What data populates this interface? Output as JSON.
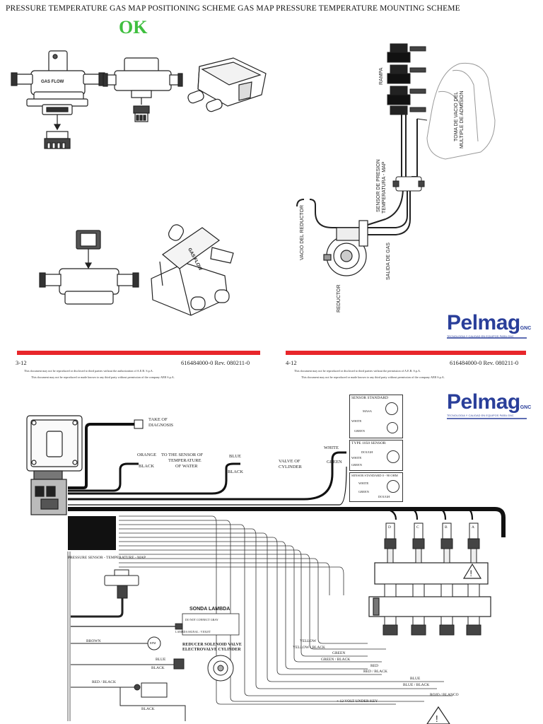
{
  "header": {
    "title": "PRESSURE TEMPERATURE GAS MAP POSITIONING SCHEME GAS MAP PRESSURE TEMPERATURE MOUNTING SCHEME",
    "ok_label": "OK"
  },
  "left_page": {
    "page_number": "3-12",
    "revision": "616484000-0 Rev. 080211-0",
    "notice_1": "This document may not be reproduced or disclosed to third parties without the authorization of A.E.B. S.p.A.",
    "notice_2": "This document may not be reproduced or made known to any third party without permission of the company AEB S.p.A."
  },
  "right_page": {
    "page_number": "4-12",
    "revision": "616484000-0 Rev. 080211-0",
    "notice_1": "This document may not be reproduced or disclosed to third parties without the permission of A.E.B. S.p.A.",
    "notice_2": "This document may not be reproduced or made known to any third party without permission of the company AEB S.p.A."
  },
  "brand": {
    "name": "Pelmag",
    "suffix": "GNC",
    "tagline": "TECNOLOGIA Y CALIDAD EN EQUIPOS PARA GNC",
    "color": "#2a3f9a"
  },
  "sensor_parts": {
    "gas_flow_label": "GAS FLOW"
  },
  "mounting_scheme": {
    "rampa": "RAMPA",
    "toma_vacio_1": "TOMA DE VACIO DEL",
    "toma_vacio_2": "MULTIPLE DE ADMISION",
    "sensor_presion_1": "SENSOR DE PRESION",
    "sensor_presion_2": "TEMPERATURA - MAP",
    "vacio_reductor": "VACIO DEL REDUCTOR",
    "salida_gas": "SALIDA DE GAS",
    "reductor": "REDUCTOR"
  },
  "wiring": {
    "diagnosis_1": "TAKE OF",
    "diagnosis_2": "DIAGNOSIS",
    "orange": "ORANGE",
    "black_water": "BLACK",
    "water_sensor_1": "TO THE SENSOR OF",
    "water_sensor_2": "TEMPERATURE",
    "water_sensor_3": "OF WATER",
    "blue_valve": "BLUE",
    "black_valve": "BLACK",
    "valve_1": "VALVE OF",
    "valve_2": "CYLINDER",
    "white": "WHITE",
    "green": "GREEN",
    "sensor_standard": "SENSOR STANDARD",
    "masa": "MASA",
    "white_s": "WHITE",
    "green_s": "GREEN",
    "type_1050": "TYPE 1050 SENSOR",
    "dough": "DOUGH",
    "white_t": "WHITE",
    "green_t": "GREEN",
    "sensor_standard_0_90": "SENSOR STANDARD 0 - 90 OHM",
    "white_u": "WHITE",
    "green_u": "GREEN",
    "dough_u": "DOUGH",
    "pressure_sensor": "PRESSURE SENSOR - TEMPERATURE - MAP",
    "sonda_lambda": "SONDA LAMBDA",
    "lambda_note_1": "DO NOT CONNECT GRAY",
    "lambda_note_2": "LAMBDA SIGNAL : VIOLET",
    "brown": "BROWN",
    "rpm": "RPM",
    "reducer_1": "REDUCER SOLENOID VALVE",
    "reducer_2": "ELECTROVALVE CYLINDER",
    "blue_red": "BLUE",
    "black_red": "BLACK",
    "red_black": "RED / BLACK",
    "black_bottom": "BLACK",
    "yellow": "YELLOW",
    "yellow_black": "YELLOW / BLACK",
    "green_w": "GREEN",
    "green_black": "GREEN / BLACK",
    "red": "RED",
    "red_black_2": "RED / BLACK",
    "blue_w": "BLUE",
    "blue_black": "BLUE / BLACK",
    "rojo_blanco": "ROJO / BLANCO",
    "plus12": "+ 12 VOLT UNDER KEY",
    "injectors": [
      "D",
      "C",
      "B",
      "A"
    ]
  }
}
